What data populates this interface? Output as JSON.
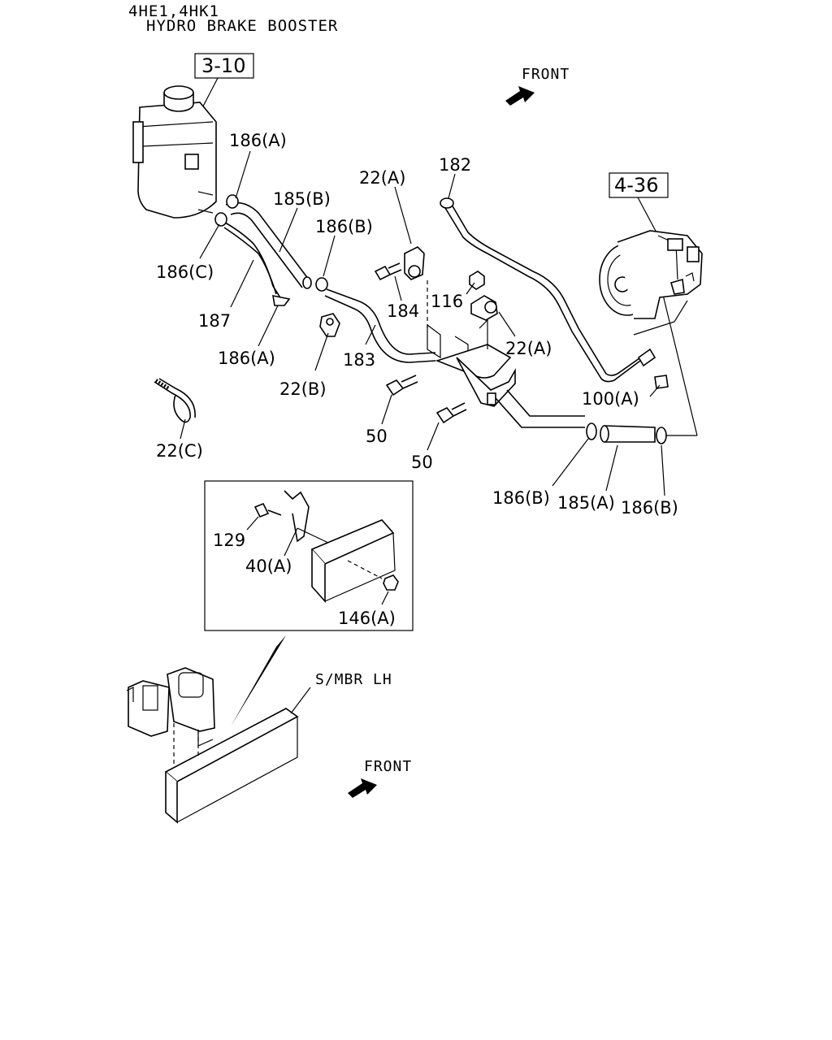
{
  "header": {
    "line1": "4HE1,4HK1",
    "line2": "HYDRO BRAKE BOOSTER"
  },
  "refs": {
    "reservoir": "3-10",
    "pump": "4-36"
  },
  "front_labels": [
    "FRONT",
    "FRONT"
  ],
  "member_label": "S/MBR LH",
  "callouts": {
    "c186A_top": "186(A)",
    "c185B": "185(B)",
    "c186B_top": "186(B)",
    "c186C": "186(C)",
    "c187": "187",
    "c186A_bottom": "186(A)",
    "c22A_top": "22(A)",
    "c182": "182",
    "c184": "184",
    "c116": "116",
    "c22A_mid": "22(A)",
    "c183": "183",
    "c22B": "22(B)",
    "c100A": "100(A)",
    "c50_upper": "50",
    "c50_lower": "50",
    "c22C": "22(C)",
    "c186B_bl": "186(B)",
    "c185A": "185(A)",
    "c186B_br": "186(B)",
    "c129": "129",
    "c40A": "40(A)",
    "c146A": "146(A)"
  },
  "colors": {
    "line": "#000000",
    "background": "#ffffff"
  }
}
